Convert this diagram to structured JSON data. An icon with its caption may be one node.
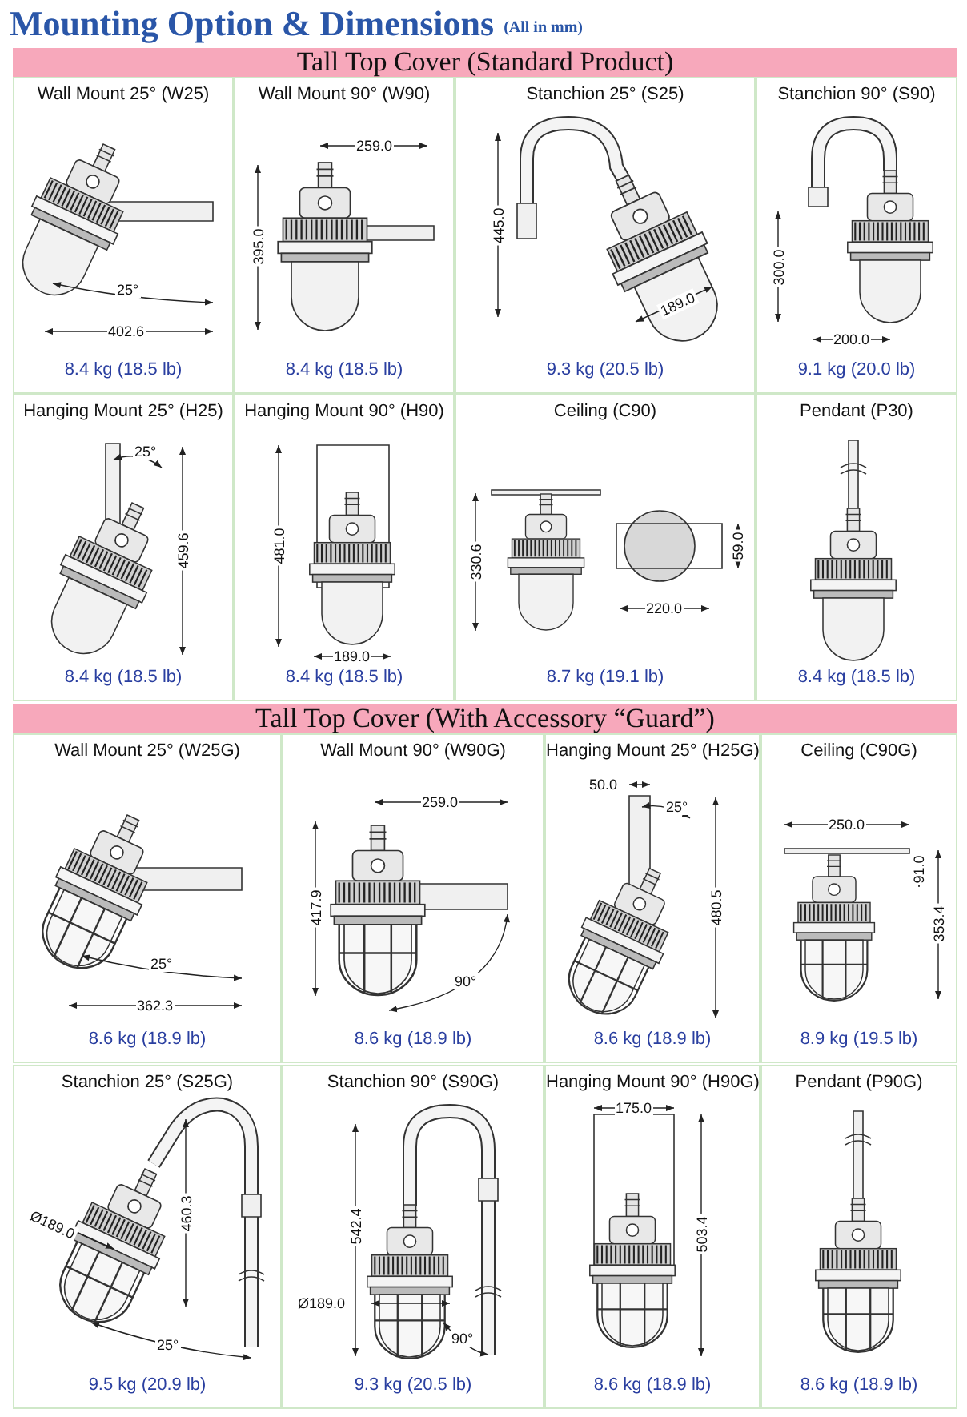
{
  "diagram": {
    "title": "Mounting Option & Dimensions",
    "nodes": [
      {
        "text": [
          "Tall Top Cover (Standard Product)"
        ]
      },
      {
        "text": [
          "Wall Mount 25° (W25)",
          "25°",
          "402.6",
          "8.4 kg (18.5 lb)"
        ]
      },
      {
        "text": [
          "Wall Mount 90° (W90)",
          "259.0",
          "395.0",
          "8.4 kg (18.5 lb)"
        ]
      },
      {
        "text": [
          "Stanchion 25° (S25)",
          "445.0",
          "189.0",
          "9.3 kg (20.5 lb)"
        ]
      },
      {
        "text": [
          "Stanchion 90° (S90)",
          "300.0",
          "200.0",
          "9.1 kg (20.0 lb)"
        ]
      },
      {
        "text": [
          "Hanging Mount 25° (H25)",
          "25°",
          "459.6",
          "8.4 kg (18.5 lb)"
        ]
      },
      {
        "text": [
          "Hanging Mount 90° (H90)",
          "481.0",
          "189.0",
          "8.4 kg (18.5 lb)"
        ]
      },
      {
        "text": [
          "Ceiling (C90)",
          "330.6",
          "59.0",
          "220.0",
          "8.7 kg (19.1 lb)"
        ]
      },
      {
        "text": [
          "Pendant (P30)",
          "8.4 kg (18.5 lb)"
        ]
      },
      {
        "text": [
          "Tall Top Cover (With Accessory “Guard”)"
        ]
      },
      {
        "text": [
          "Wall Mount 25° (W25G)",
          "25°",
          "362.3",
          "8.6 kg (18.9 lb)"
        ]
      },
      {
        "text": [
          "Wall Mount 90° (W90G)",
          "259.0",
          "417.9",
          "90°",
          "8.6 kg (18.9 lb)"
        ]
      },
      {
        "text": [
          "Hanging Mount 25° (H25G)",
          "50.0",
          "25°",
          "480.5",
          "8.6 kg (18.9 lb)"
        ]
      },
      {
        "text": [
          "Ceiling (C90G)",
          "250.0",
          "91.0",
          "353.4",
          "8.9 kg (19.5 lb)"
        ]
      },
      {
        "text": [
          "Stanchion 25° (S25G)",
          "460.3",
          "Ø189.0",
          "25°",
          "9.5 kg (20.9 lb)"
        ]
      },
      {
        "text": [
          "Stanchion 90° (S90G)",
          "542.4",
          "Ø189.0",
          "90°",
          "9.3 kg (20.5 lb)"
        ]
      },
      {
        "text": [
          "Hanging Mount 90° (H90G)",
          "175.0",
          "503.4",
          "8.6 kg (18.9 lb)"
        ]
      },
      {
        "text": [
          "Pendant (P90G)",
          "8.6 kg (18.9 lb)"
        ]
      }
    ],
    "labels": [
      "(All in mm)"
    ]
  }
}
